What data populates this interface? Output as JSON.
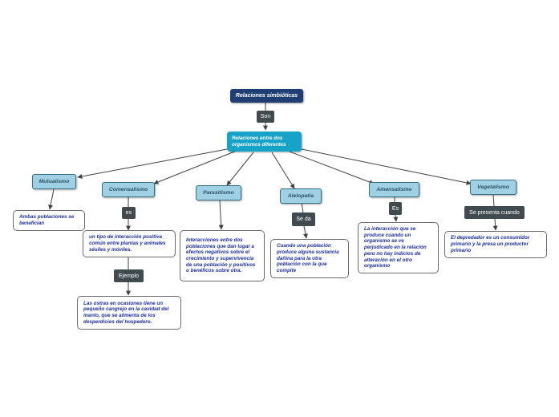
{
  "root": "Relaciones simbióticas",
  "root_link": "Son",
  "main": "Relaciones entre dos organismos diferentes",
  "topics": {
    "mutualismo": "Mutualismo",
    "comensalismo": "Comensalismo",
    "parasitismo": "Parasitismo",
    "alelopatia": "Alelopatía",
    "amensalismo": "Amensalismo",
    "vegetalismo": "Vegetalismo"
  },
  "links": {
    "comensalismo": "es",
    "comensalismo_example": "Ejemplo",
    "alelopatia": "Se da",
    "amensalismo": "Es",
    "vegetalismo": "Se presenta cuando"
  },
  "descriptions": {
    "mutualismo": "Ambas poblaciones se benefician",
    "comensalismo": "un tipo de interacción positiva común entre plantas y animales sésiles y móviles.",
    "comensalismo_example": "Las ostras en ocasiones tiene un pequeño cangrejo en la cavidad del manto, que se alimenta de los desperdicios del hospedero.",
    "parasitismo": "Interacciones entre dos poblaciones que dan lugar a efectos negativos sobre el crecimiento y supervivencia de una población y positivos o benéficos sobre otra.",
    "alelopatia": "Cuando una población produce alguna sustancia dañina para la otra población con la que compite",
    "amensalismo": "La interacción que se produce cuando un organismo se ve perjudicado en la relación pero no hay indicios de alteración en el otro organismo",
    "vegetalismo": "El depredador es un consumidor primario y la presa un productor primario"
  },
  "colors": {
    "root": "#1f3f74",
    "main": "#17a2c7",
    "topic": "#9fd0e3",
    "link_label": "#414a4f",
    "description_text": "#1b2e9b",
    "connector": "#404040"
  }
}
